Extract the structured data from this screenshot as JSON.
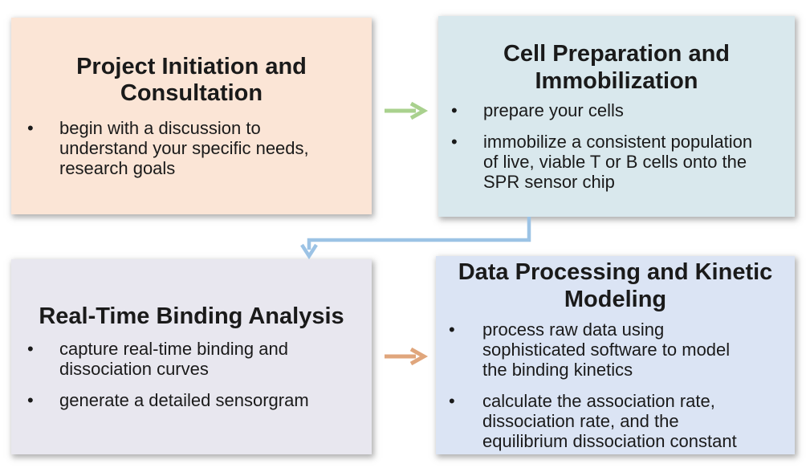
{
  "diagram": {
    "background_color": "#FFFFFF",
    "text_color": "#1A1A1A",
    "boxes": [
      {
        "id": "project-initiation-and-consultation",
        "title": "Project Initiation and Consultation",
        "bullets": [
          "begin with a discussion to understand your specific needs, research goals"
        ],
        "fill_color": "#FBE5D6"
      },
      {
        "id": "cell-preparation-and-immobilization",
        "title": "Cell Preparation and Immobilization",
        "bullets": [
          "prepare your cells",
          "immobilize a consistent population of live, viable T or B cells onto the SPR sensor chip"
        ],
        "fill_color": "#D9E8ED"
      },
      {
        "id": "real-time-binding-analysis",
        "title": "Real-Time Binding Analysis",
        "bullets": [
          "capture real-time binding and dissociation curves",
          "generate a detailed sensorgram"
        ],
        "fill_color": "#E8E7EF"
      },
      {
        "id": "data-processing-and-kinetic-modeling",
        "title": "Data Processing and Kinetic Modeling",
        "bullets": [
          "process raw data using sophisticated software to model the binding kinetics",
          "calculate the association rate, dissociation rate, and the equilibrium dissociation constant"
        ],
        "fill_color": "#DBE4F4"
      }
    ],
    "arrows": [
      {
        "id": "arrow-step1-to-step2",
        "from": "project-initiation-and-consultation",
        "to": "cell-preparation-and-immobilization",
        "direction": "right",
        "color": "#A9D18E"
      },
      {
        "id": "arrow-step2-to-step3",
        "from": "cell-preparation-and-immobilization",
        "to": "real-time-binding-analysis",
        "direction": "elbow-down-left-down",
        "color": "#9CC3E5"
      },
      {
        "id": "arrow-step3-to-step4",
        "from": "real-time-binding-analysis",
        "to": "data-processing-and-kinetic-modeling",
        "direction": "right",
        "color": "#E0A67C"
      }
    ]
  }
}
